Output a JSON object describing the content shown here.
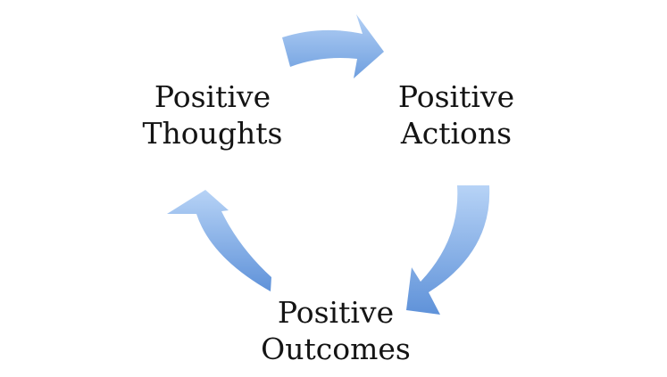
{
  "nodes": {
    "thoughts": {
      "line1": "Positive",
      "line2": "Thoughts"
    },
    "actions": {
      "line1": "Positive",
      "line2": "Actions"
    },
    "outcomes": {
      "line1": "Positive",
      "line2": "Outcomes"
    }
  },
  "colors": {
    "arrow_light": "#a9c8f2",
    "arrow_dark": "#5f92d9",
    "text": "#141414",
    "background": "#ffffff"
  }
}
